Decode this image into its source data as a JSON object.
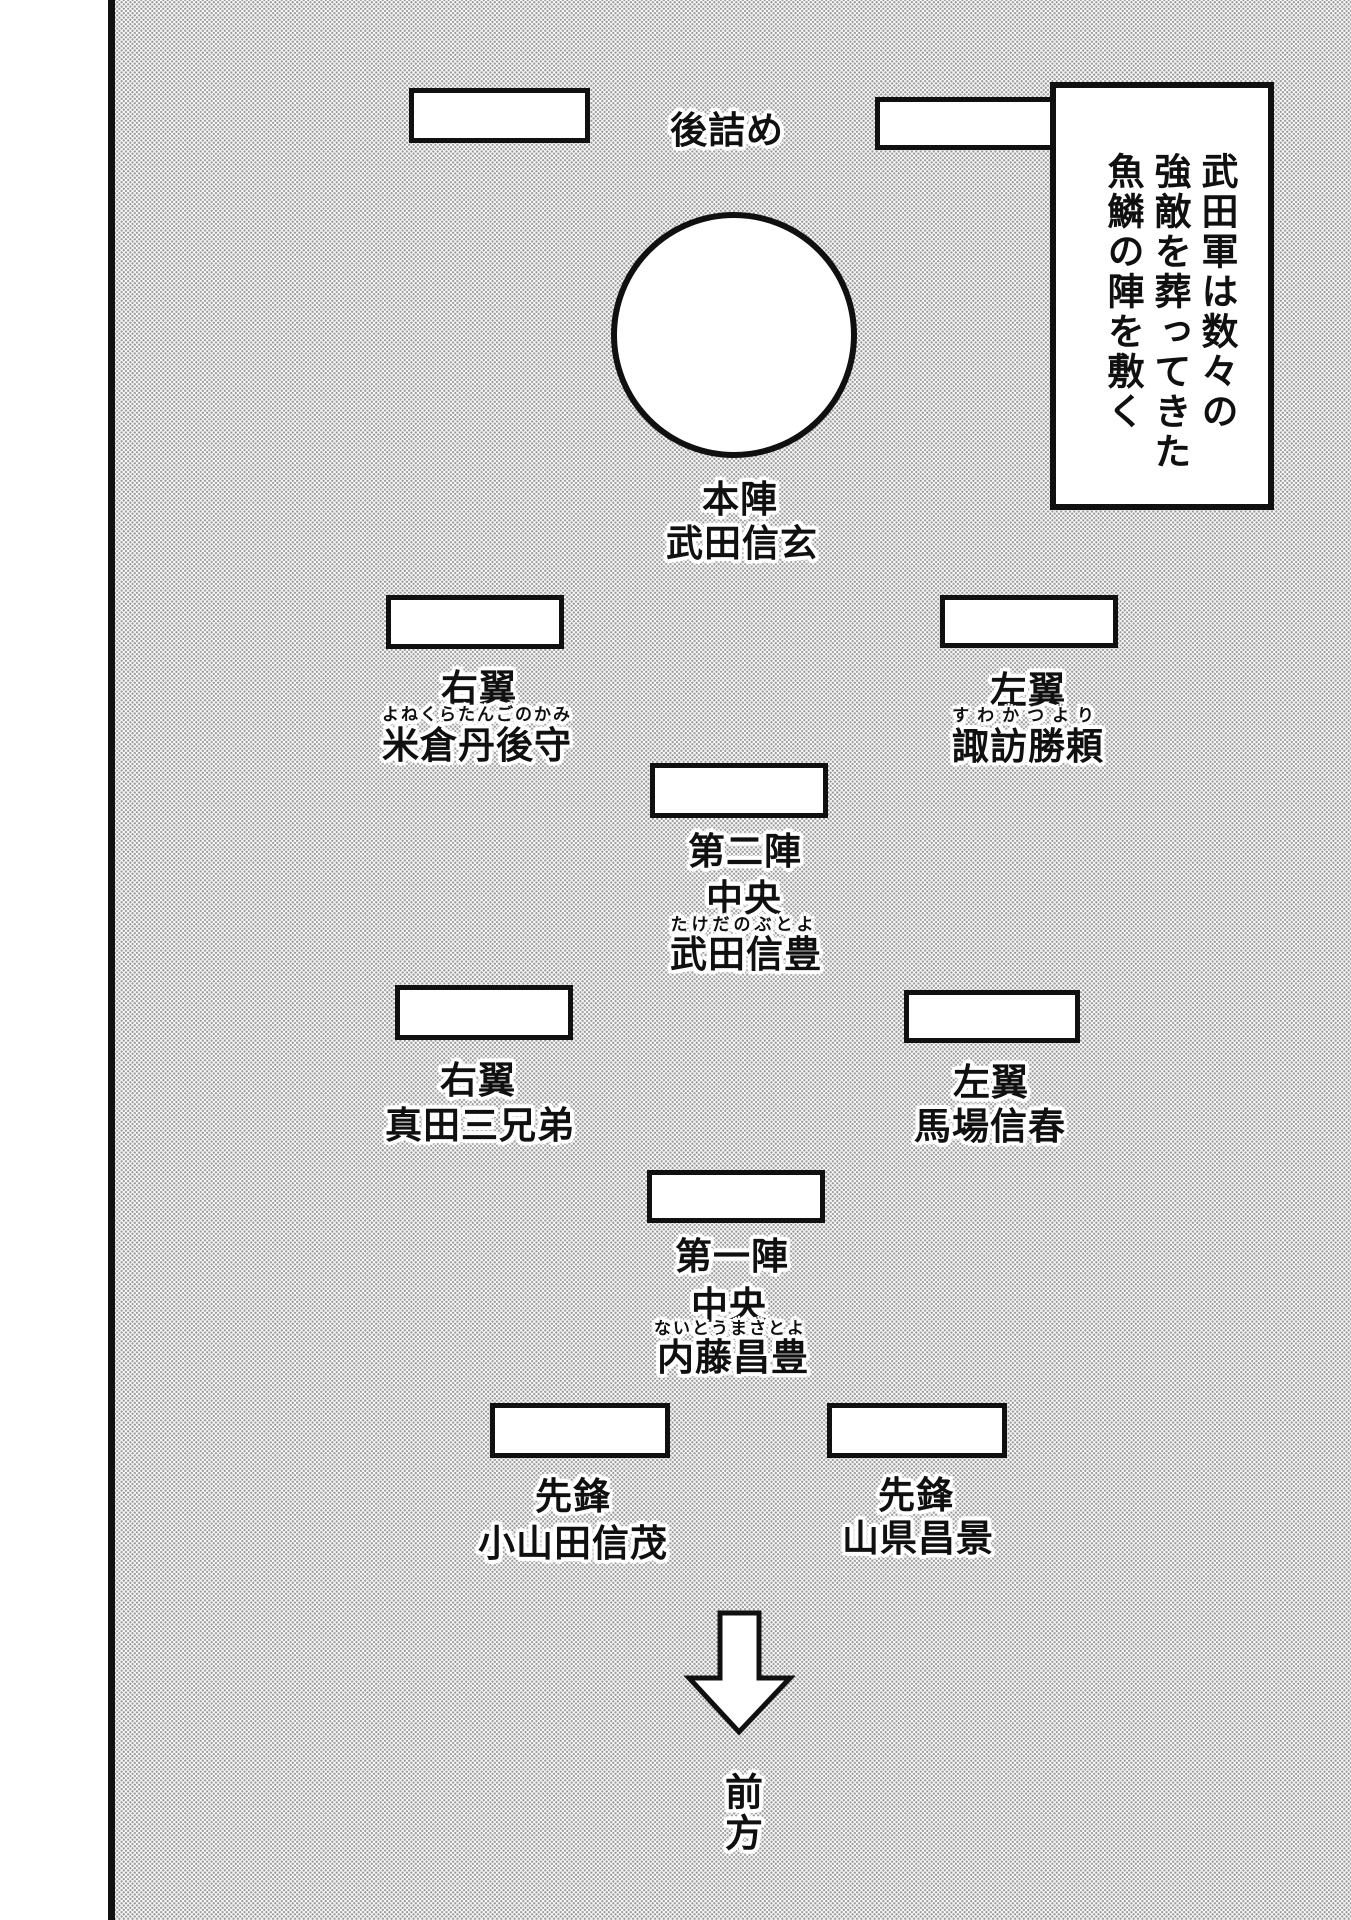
{
  "page": {
    "panel_bg_average": "#cfcfcf",
    "line_color": "#101010",
    "box_fill": "#ffffff"
  },
  "caption": {
    "lines": [
      "武田軍は数々の",
      "強敵を葬ってきた",
      "魚鱗の陣を敷く"
    ]
  },
  "rear": {
    "label": "後詰め"
  },
  "honjin": {
    "title": "本陣",
    "name": "武田信玄"
  },
  "units": [
    {
      "title": "右翼",
      "furigana": "よねくらたんごのかみ",
      "name": "米倉丹後守"
    },
    {
      "title": "左翼",
      "furigana": "すわかつより",
      "name": "諏訪勝頼"
    },
    {
      "title": "第二陣",
      "sub": "中央",
      "furigana": "たけだのぶとよ",
      "name": "武田信豊"
    },
    {
      "title": "右翼",
      "name": "真田三兄弟"
    },
    {
      "title": "左翼",
      "name": "馬場信春"
    },
    {
      "title": "第一陣",
      "sub": "中央",
      "furigana": "ないとうまさとよ",
      "name": "内藤昌豊"
    },
    {
      "title": "先鋒",
      "name": "小山田信茂"
    },
    {
      "title": "先鋒",
      "name": "山県昌景"
    }
  ],
  "front": {
    "label": "前方"
  },
  "icons": {
    "arrow": "down-block-arrow"
  }
}
